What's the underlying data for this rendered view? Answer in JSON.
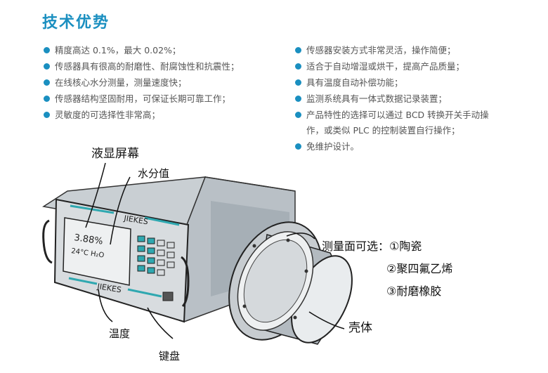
{
  "title": "技术优势",
  "left_items": [
    "精度高达 0.1%，最大 0.02%；",
    "传感器具有很高的耐磨性、耐腐蚀性和抗震性；",
    "在线核心水分测量，测量速度快；",
    "传感器结构坚固耐用，可保证长期可靠工作；",
    "灵敏度的可选择性非常高；"
  ],
  "right_items": [
    "传感器安装方式非常灵活，操作简便；",
    "适合于自动增湿或烘干，提高产品质量；",
    "具有温度自动补偿功能；",
    "监测系统具有一体式数据记录装置；",
    "产品特性的选择可以通过 BCD 转换开关手动操",
    "作，或类似 PLC 的控制装置自行操作；",
    "免维护设计。"
  ],
  "sketch": {
    "brand_top": "JIEKES",
    "brand_bottom": "JIEKES",
    "screen_value": "3.88%",
    "screen_temp": "24°C H₂O",
    "label_lcd": "液显屏幕",
    "label_moisture": "水分值",
    "label_temp": "温度",
    "label_keyboard": "键盘",
    "label_shell": "壳体",
    "label_surface": "测量面可选：①陶瓷",
    "label_surface_2": "②聚四氟乙烯",
    "label_surface_3": "③耐磨橡胶"
  },
  "colors": {
    "accent": "#1a8fc0",
    "device_teal": "#2fa8b0"
  }
}
